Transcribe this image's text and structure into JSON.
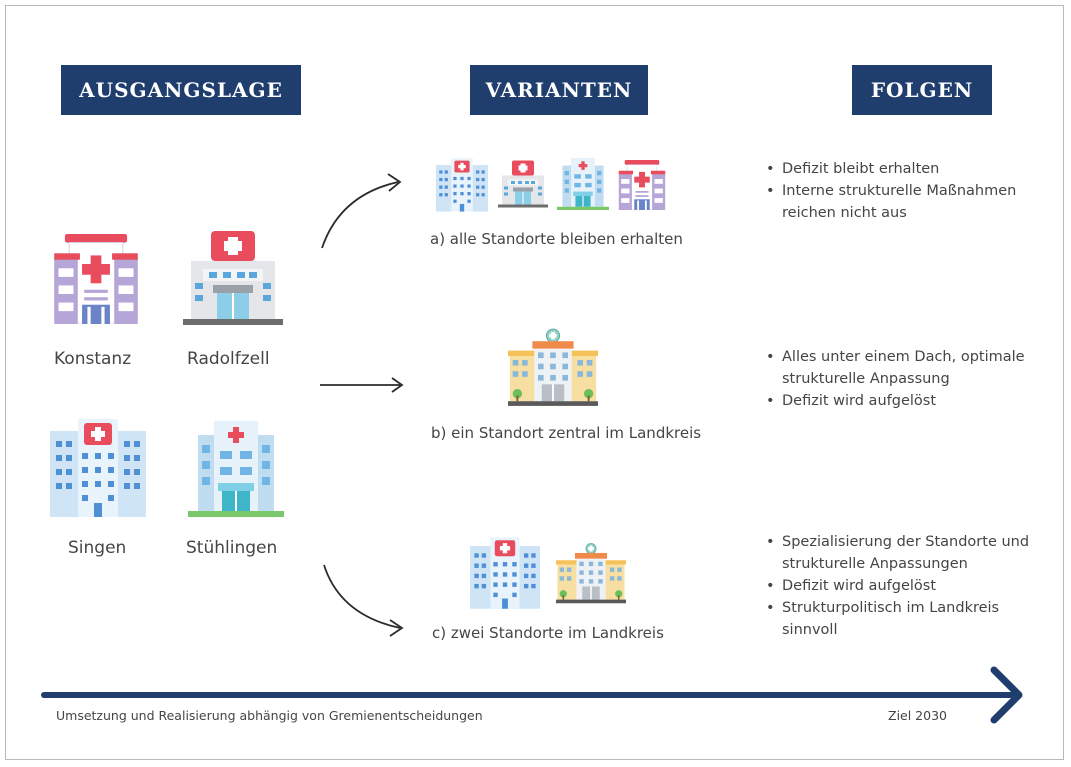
{
  "headers": {
    "ausgangslage": "AUSGANGSLAGE",
    "varianten": "VARIANTEN",
    "folgen": "FOLGEN"
  },
  "sites": {
    "konstanz": "Konstanz",
    "radolfzell": "Radolfzell",
    "singen": "Singen",
    "stuehlingen": "Stühlingen"
  },
  "variants": {
    "a": "a) alle Standorte bleiben erhalten",
    "b": "b) ein Standort zentral im Landkreis",
    "c": "c) zwei Standorte im Landkreis"
  },
  "consequences": {
    "a": [
      "Defizit bleibt erhalten",
      "Interne strukturelle Maßnahmen reichen nicht aus"
    ],
    "b": [
      "Alles unter einem Dach, optimale strukturelle Anpassung",
      "Defizit wird aufgelöst"
    ],
    "c": [
      "Spezialisierung der Standorte und strukturelle Anpassungen",
      "Defizit wird aufgelöst",
      "Strukturpolitisch im Landkreis sinnvoll"
    ]
  },
  "timeline": {
    "left": "Umsetzung und Realisierung abhängig von Gremienentscheidungen",
    "right": "Ziel 2030"
  },
  "colors": {
    "header_bg": "#1f3e6e",
    "timeline": "#1f3e6e",
    "cross": "#e84c5d"
  }
}
